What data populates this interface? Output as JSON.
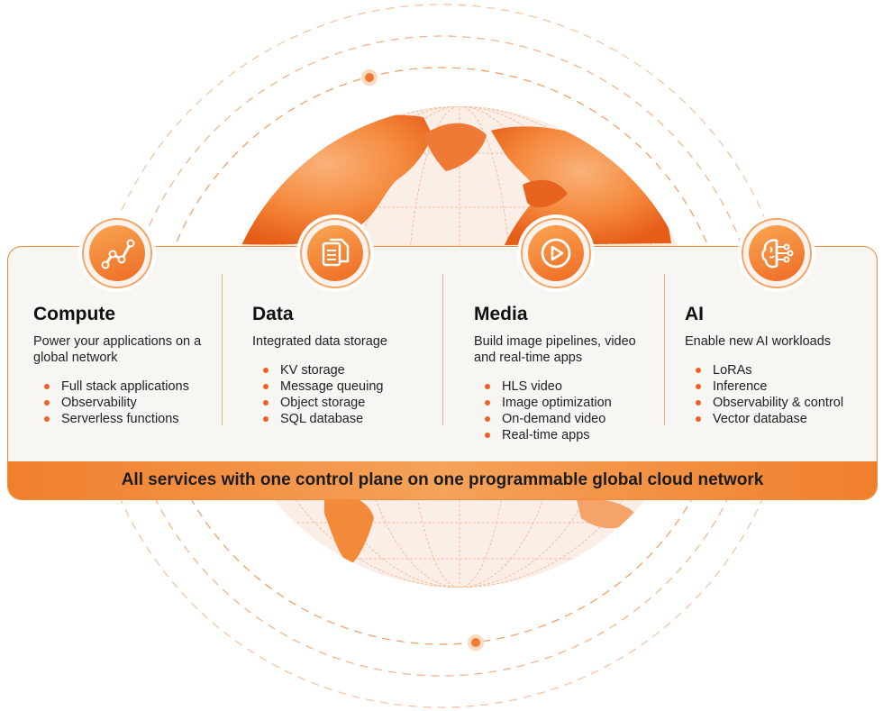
{
  "colors": {
    "accent": "#f07f2c",
    "accent_dark": "#ee6b23",
    "text": "#111111",
    "bullet": "#f05f24"
  },
  "categories": [
    {
      "title": "Compute",
      "description": "Power your applications on a global network",
      "icon": "chart-line-icon",
      "items": [
        "Full stack applications",
        "Observability",
        "Serverless functions"
      ]
    },
    {
      "title": "Data",
      "description": "Integrated data storage",
      "icon": "documents-icon",
      "items": [
        "KV storage",
        "Message queuing",
        "Object storage",
        "SQL database"
      ]
    },
    {
      "title": "Media",
      "description": "Build image pipelines, video and real-time apps",
      "icon": "play-icon",
      "items": [
        "HLS video",
        "Image optimization",
        "On-demand video",
        "Real-time apps"
      ]
    },
    {
      "title": "AI",
      "description": "Enable new AI workloads",
      "icon": "brain-circuit-icon",
      "items": [
        "LoRAs",
        "Inference",
        "Observability & control",
        "Vector database"
      ]
    }
  ],
  "banner": {
    "text": "All services with one control plane on one programmable global cloud network"
  }
}
